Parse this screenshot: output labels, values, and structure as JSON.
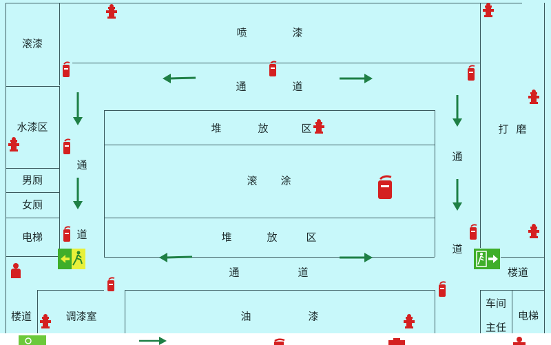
{
  "diagram": {
    "title": "",
    "type": "floor-plan-fire-evacuation",
    "colors": {
      "floor": "#c8f8fa",
      "wall": "#3a5a5e",
      "arrow": "#1e7f45",
      "fire_equipment": "#d42020",
      "exit_sign_green": "#3fae2a",
      "exit_sign_yellow": "#e8f03a"
    },
    "rooms": {
      "gun_qi_tl": "滚漆",
      "pen_qi": "喷　　　漆",
      "shui_qi_qu": "水漆区",
      "nan_ce": "男厕",
      "nv_ce": "女厕",
      "dian_ti_left": "电梯",
      "lou_dao_left": "楼道",
      "tiao_qi_shi": "调漆室",
      "you_qi_1": "油",
      "you_qi_2": "漆",
      "da_mo_1": "打",
      "da_mo_2": "磨",
      "lou_dao_right": "楼道",
      "che_jian_1": "车间",
      "che_jian_2": "主任",
      "dian_ti_right": "电梯",
      "dui_fang_top": [
        "堆",
        "放",
        "区"
      ],
      "gun_tu": [
        "滚",
        "涂"
      ],
      "dui_fang_bottom": [
        "堆",
        "放",
        "区"
      ]
    },
    "corridors": {
      "top": [
        "通",
        "道"
      ],
      "bottom": [
        "通",
        "道"
      ],
      "left": [
        "通",
        "道"
      ],
      "right": [
        "通",
        "道"
      ],
      "pen_qi": [
        "喷",
        "漆"
      ]
    },
    "legend_icons": {
      "hydrant": "fire-hydrant-icon",
      "extinguisher": "fire-extinguisher-icon",
      "exit": "emergency-exit-icon",
      "person": "person-icon",
      "arrow": "evacuation-arrow"
    }
  }
}
